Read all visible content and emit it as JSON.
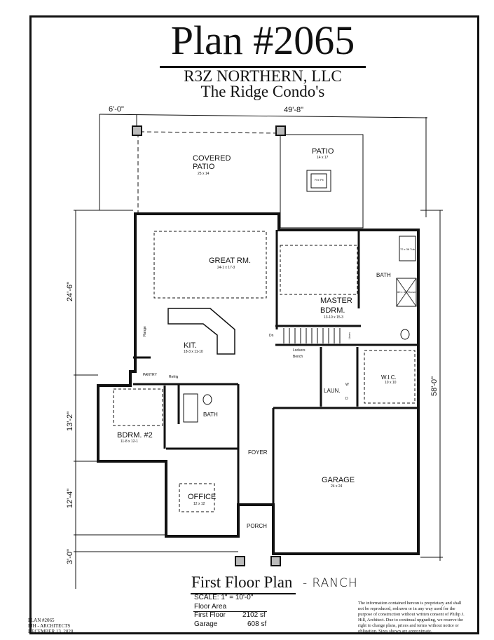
{
  "header": {
    "title": "Plan #2065",
    "company": "R3Z NORTHERN, LLC",
    "project": "The Ridge Condo's"
  },
  "dimensions": {
    "top_left": "6'-0\"",
    "top_overall": "49'-8\"",
    "left_1": "24'-6\"",
    "left_2": "13'-2\"",
    "left_3": "12'-4\"",
    "left_4": "3'-0\"",
    "right_overall": "58'-0\""
  },
  "rooms": {
    "covered_patio": {
      "name1": "COVERED",
      "name2": "PATIO",
      "size": "25 x 14"
    },
    "patio": {
      "name": "PATIO",
      "size": "14 x 17",
      "fire_pit": "Fire Pit"
    },
    "great_room": {
      "name": "GREAT RM.",
      "size": "24-1 x 17-3"
    },
    "master_bedroom": {
      "name1": "MASTER",
      "name2": "BDRM.",
      "size": "13-10 x 15-3"
    },
    "master_bath": {
      "name": "BATH",
      "tub": "72 x 36 Tub",
      "shower": "60 x 42 Shower"
    },
    "kitchen": {
      "name": "KIT.",
      "size": "18-3 x 11-10",
      "range": "Range",
      "pantry": "PANTRY",
      "refrig": "Refrig"
    },
    "stairs": {
      "down": "Dn",
      "linen": "Linen"
    },
    "mudroom": {
      "lockers": "Lockers",
      "bench": "Bench"
    },
    "laundry": {
      "name": "LAUN.",
      "washer": "W",
      "dryer": "D"
    },
    "wic": {
      "name": "W.I.C.",
      "size": "10 x 10"
    },
    "bath": {
      "name": "BATH"
    },
    "bedroom_2": {
      "name": "BDRM. #2",
      "size": "11-8 x 12-1"
    },
    "foyer": {
      "name": "FOYER"
    },
    "office": {
      "name": "OFFICE",
      "size": "12 x 12"
    },
    "porch": {
      "name": "PORCH"
    },
    "garage": {
      "name": "GARAGE",
      "size": "24 x 24"
    }
  },
  "footer": {
    "plan_title": "First Floor Plan",
    "handwritten_note": "- RANCH",
    "scale": "SCALE: 1\" = 10'-0\"",
    "floor_area_label": "Floor Area",
    "areas": [
      {
        "label": "First Floor",
        "value": "2102 sf"
      },
      {
        "label": "Garage",
        "value": "608 sf"
      }
    ],
    "stamp": [
      "PLAN #2065",
      "PJH - ARCHITECTS",
      "DECEMBER 13, 2020"
    ],
    "disclaimer": [
      "The information contained hereon is proprietary and shall",
      "not be reproduced, redrawn or in any way used for the",
      "purpose of construction without written consent of Philip J.",
      "Hill, Architect.  Due to continual upgrading, we reserve the",
      "right to change plans, prices and terms without notice or",
      "obligation.  Sizes shown are approximate."
    ]
  }
}
